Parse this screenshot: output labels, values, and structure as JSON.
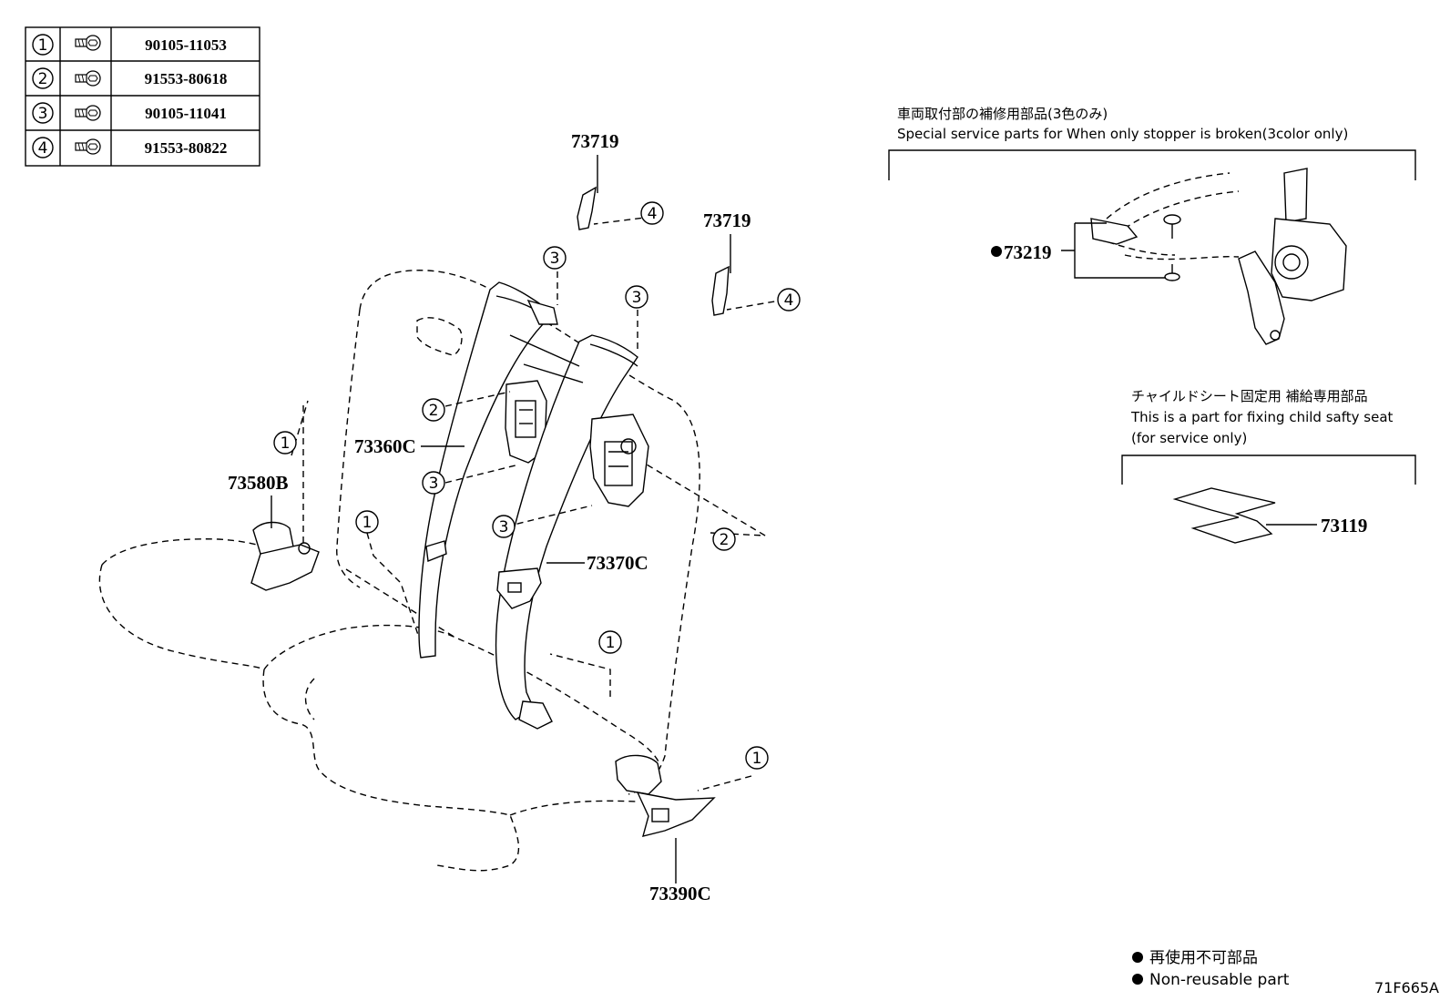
{
  "fastener_table": [
    {
      "index": "1",
      "icon": "bolt-icon",
      "part_no": "90105-11053"
    },
    {
      "index": "2",
      "icon": "bolt-icon",
      "part_no": "91553-80618"
    },
    {
      "index": "3",
      "icon": "bolt-icon",
      "part_no": "90105-11041"
    },
    {
      "index": "4",
      "icon": "bolt-icon",
      "part_no": "91553-80822"
    }
  ],
  "callouts": {
    "p73719_a": "73719",
    "p73719_b": "73719",
    "p73360c": "73360C",
    "p73580b": "73580B",
    "p73370c": "73370C",
    "p73390c": "73390C",
    "p73219": "73219",
    "p73119": "73119"
  },
  "fastener_markers": {
    "m1": "1",
    "m2": "2",
    "m3": "3",
    "m4": "4"
  },
  "special_service": {
    "title_jp": "車両取付部の補修用部品(3色のみ)",
    "title_en": "Special service parts for When only stopper is broken(3color only)"
  },
  "child_seat": {
    "title_jp": "チャイルドシート固定用 補給専用部品",
    "line1": "This is a part for fixing child safty seat",
    "line2": "(for service only)"
  },
  "legend": {
    "jp": "再使用不可部品",
    "en": "Non-reusable part"
  },
  "figure_code": "71F665A"
}
